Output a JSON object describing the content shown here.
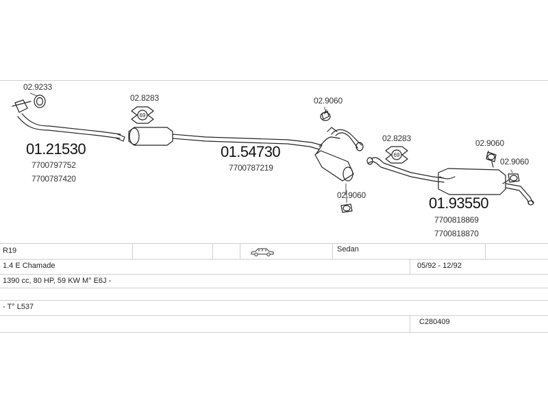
{
  "diagram": {
    "refs": {
      "r1": "02.9233",
      "r2": "02.8283",
      "r3": "02.9060",
      "r4": "02.8283",
      "r5": "02.9060",
      "r6": "02.9060",
      "r7": "02.9060"
    },
    "clamp_badge": "69",
    "parts": [
      {
        "number": "01.21530",
        "oem": [
          "7700797752",
          "7700787420"
        ]
      },
      {
        "number": "01.54730",
        "oem": [
          "7700787219"
        ]
      },
      {
        "number": "01.93550",
        "oem": [
          "7700818869",
          "7700818870"
        ]
      }
    ]
  },
  "vehicle_table": {
    "row1": {
      "model": "R19",
      "body": "Sedan",
      "body_icon": "car-icon"
    },
    "row2": {
      "variant": "1.4 E Chamade",
      "years": "05/92 - 12/92"
    },
    "row3": {
      "engine": "1390 cc, 80 HP, 59 KW M° E6J -"
    },
    "row4": {
      "note": "- T° L537"
    },
    "row5": {
      "code": "C280409"
    }
  },
  "colors": {
    "line": "#222222",
    "grid": "#cfcfcf",
    "background": "#ffffff"
  }
}
